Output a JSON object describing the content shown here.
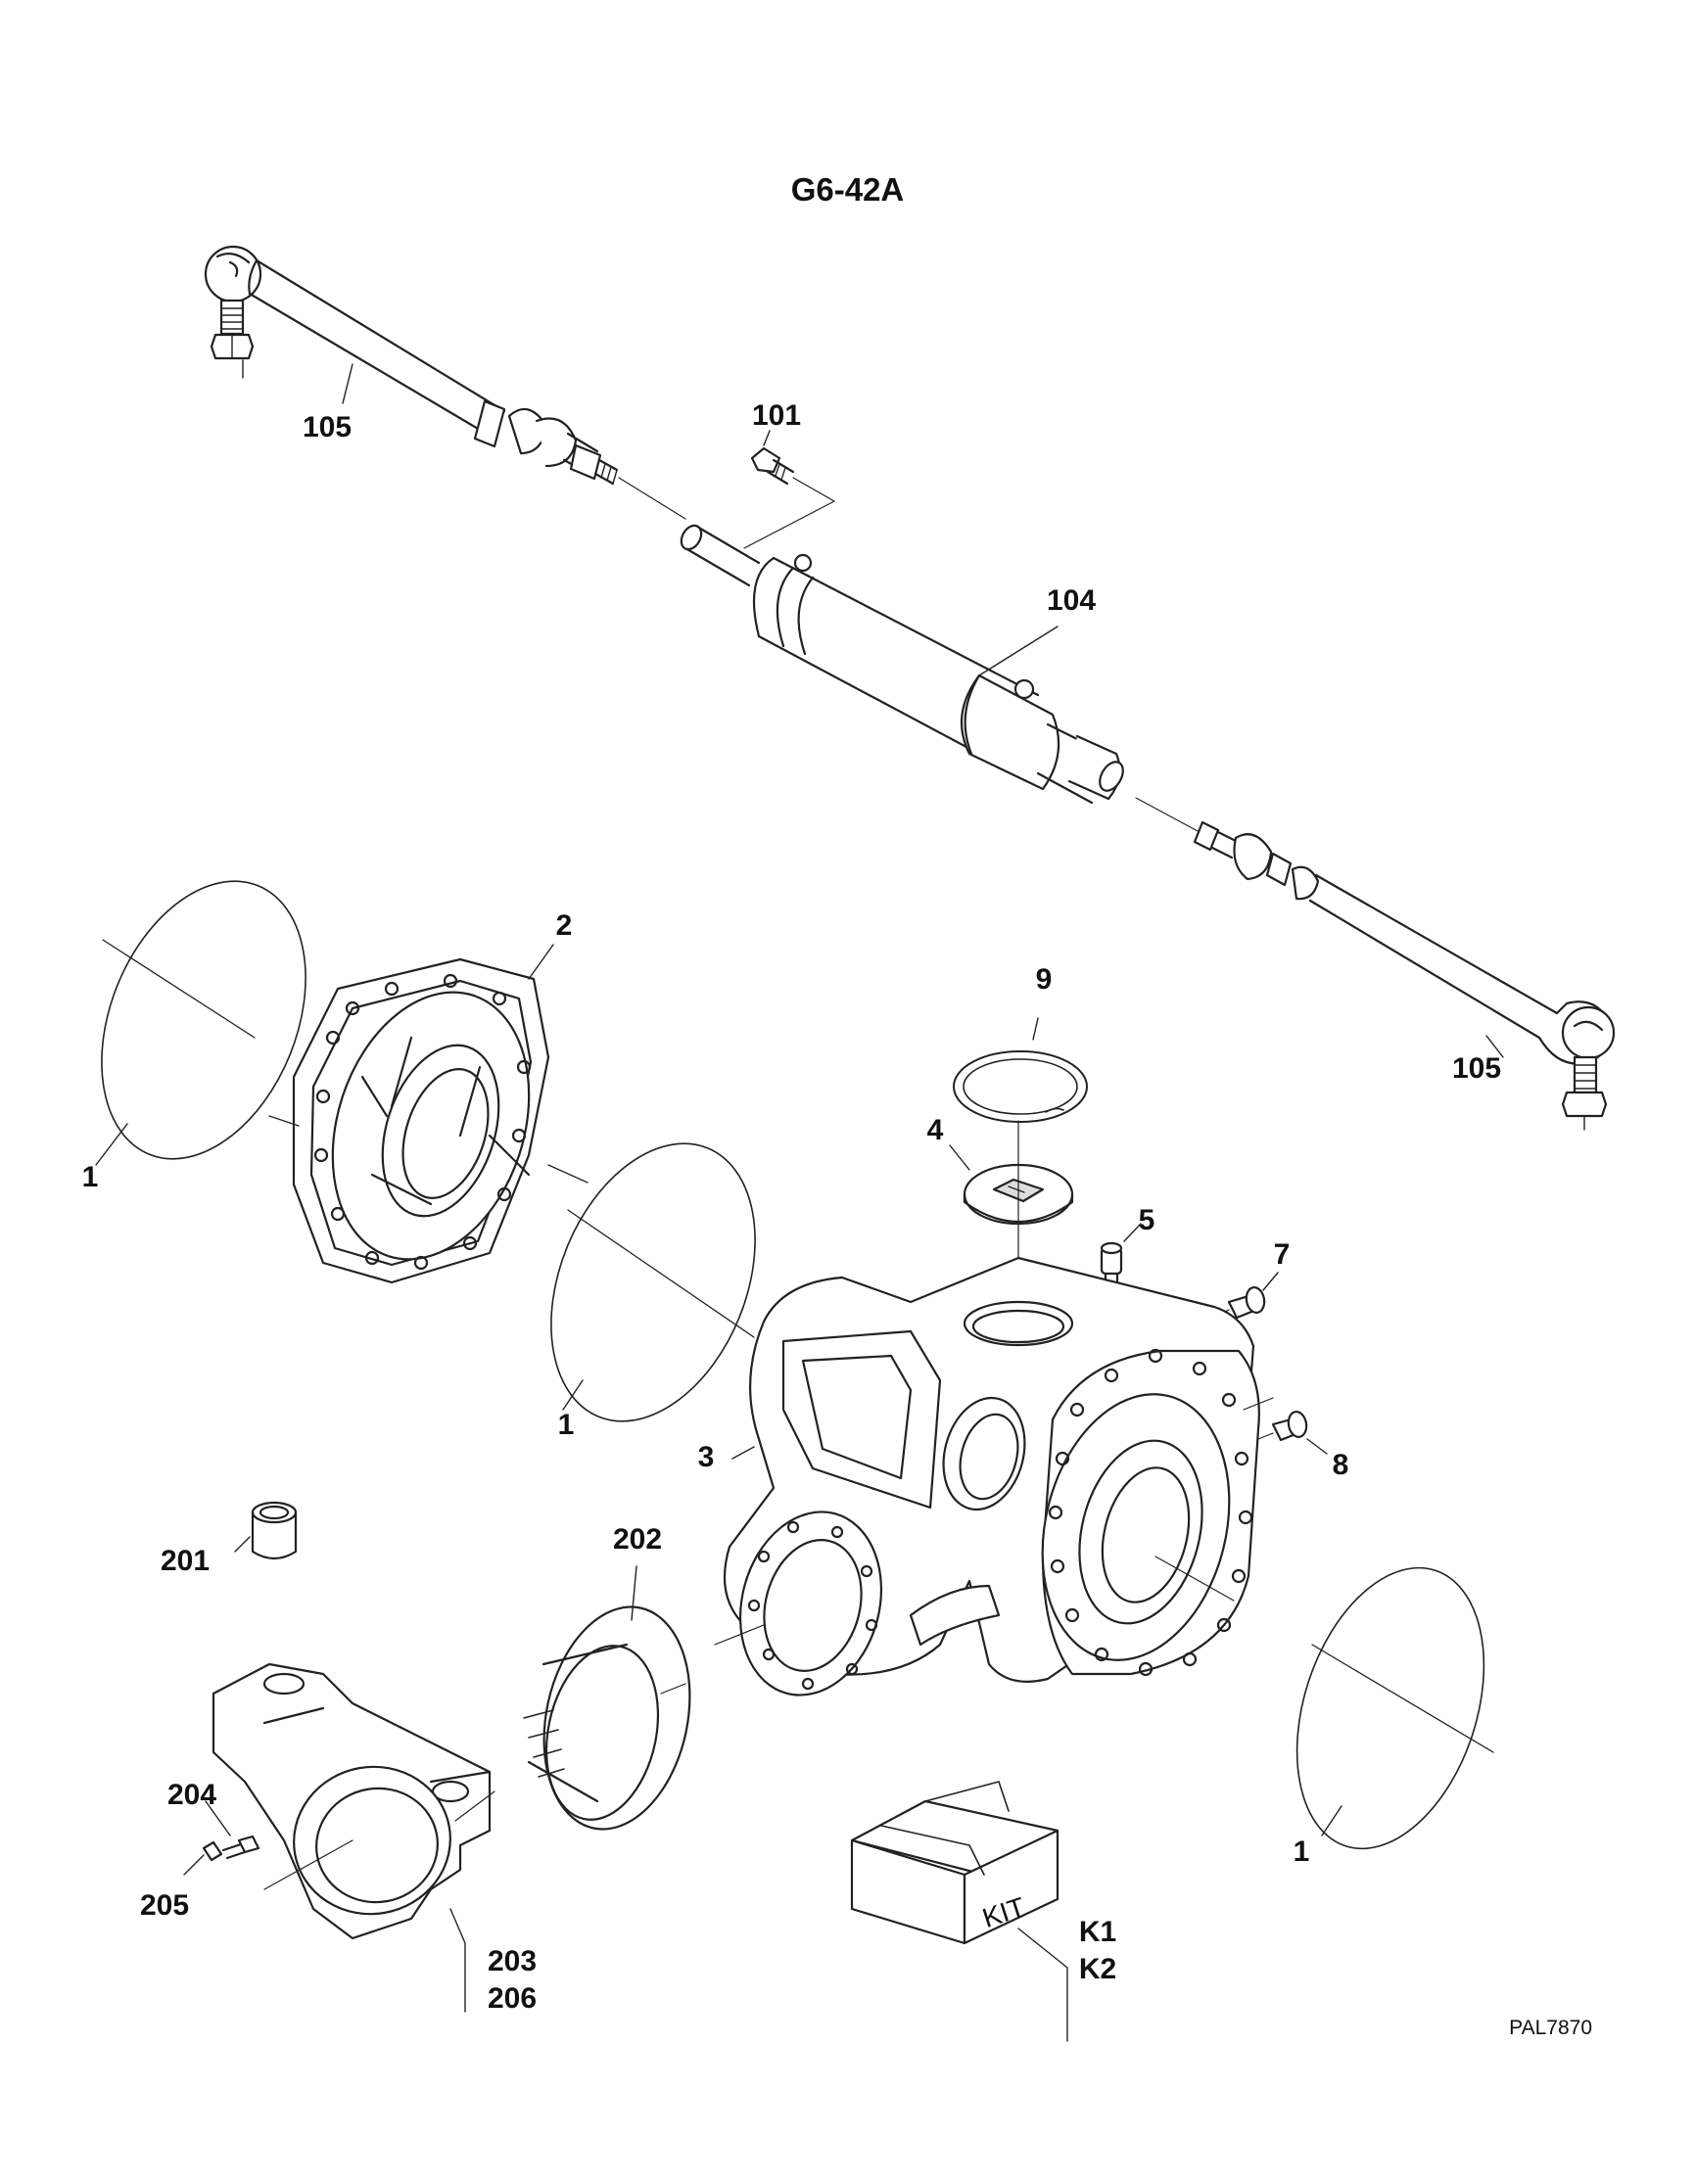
{
  "diagram": {
    "title": "G6-42A",
    "ref": "PAL7870",
    "kit_text": "KIT",
    "callouts": {
      "c105a": "105",
      "c101": "101",
      "c104": "104",
      "c105b": "105",
      "c2": "2",
      "c1a": "1",
      "c9": "9",
      "c4": "4",
      "c5": "5",
      "c7": "7",
      "c1b": "1",
      "c3": "3",
      "c8": "8",
      "c201": "201",
      "c202": "202",
      "c204": "204",
      "c205": "205",
      "c203": "203",
      "c206": "206",
      "c1c": "1",
      "cK1": "K1",
      "cK2": "K2"
    },
    "icons": [
      "tie-rod",
      "steering-cylinder",
      "axle-housing",
      "trunnion",
      "bushing",
      "seal-kit"
    ]
  }
}
